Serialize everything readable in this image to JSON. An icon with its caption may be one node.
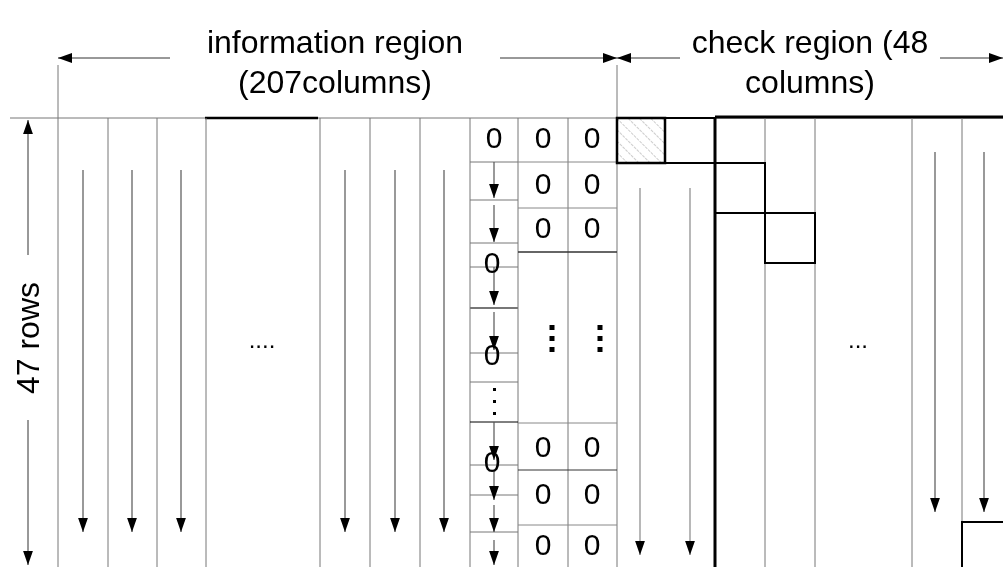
{
  "diagram": {
    "labels": [
      "information region (207columns)",
      "check region (48 columns)",
      "47 rows",
      "0",
      "0",
      "0",
      "0",
      "0",
      "0",
      "0",
      "0",
      "0",
      "0",
      "0",
      "0",
      "0",
      "0",
      "0",
      "0",
      "....",
      "..."
    ]
  }
}
